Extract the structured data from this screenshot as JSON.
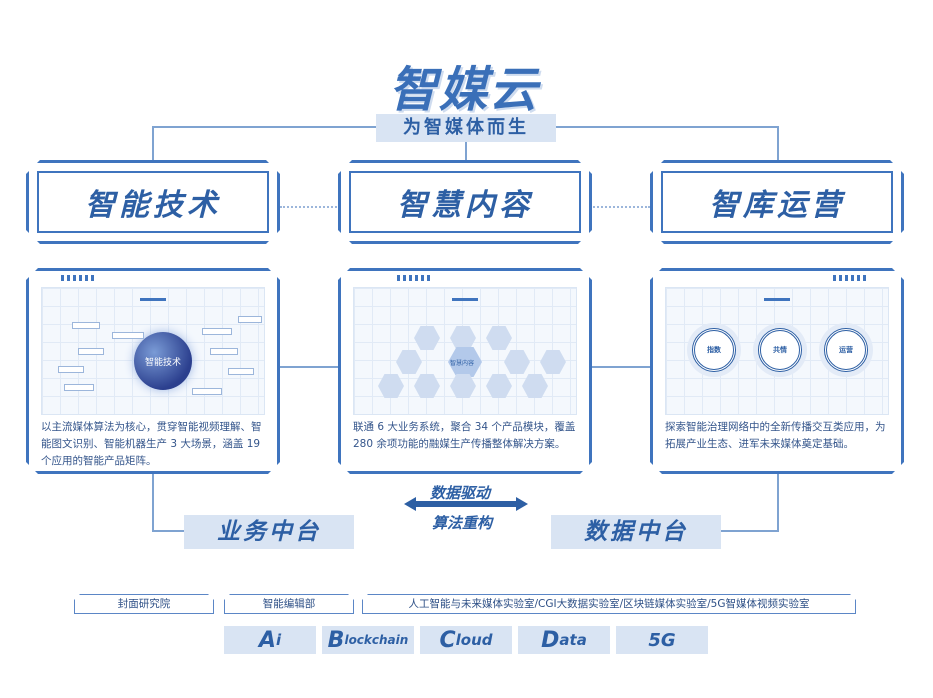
{
  "title": "智媒云",
  "subtitle": "为智媒体而生",
  "pillars": [
    {
      "label": "智能技术",
      "description": "以主流媒体算法为核心，贯穿智能视频理解、智能图文识别、智能机器生产 3 大场景，涵盖 19 个应用的智能产品矩阵。",
      "hub_label": "智能技术"
    },
    {
      "label": "智慧内容",
      "description": "联通 6 大业务系统，聚合 34 个产品模块，覆盖 280 余项功能的融媒生产传播整体解决方案。",
      "hub_label": "智慧内容"
    },
    {
      "label": "智库运营",
      "description": "探索智能治理网络中的全新传播交互类应用，为拓展产业生态、进军未来媒体奠定基础。",
      "rings": [
        "指数",
        "共情",
        "运营"
      ]
    }
  ],
  "middle": {
    "left_block": "业务中台",
    "right_block": "数据中台",
    "arrow_top": "数据驱动",
    "arrow_bottom": "算法重构"
  },
  "labs": [
    "封面研究院",
    "智能编辑部",
    "人工智能与未来媒体实验室/CGI大数据实验室/区块链媒体实验室/5G智媒体视频实验室"
  ],
  "tech": [
    {
      "cap": "A",
      "rest": "i"
    },
    {
      "cap": "B",
      "rest": "lockchain"
    },
    {
      "cap": "C",
      "rest": "loud"
    },
    {
      "cap": "D",
      "rest": "ata"
    },
    {
      "cap": "5G",
      "rest": ""
    }
  ],
  "colors": {
    "primary": "#3f74be",
    "light_fill": "#d9e4f3",
    "text": "#2d5fa4"
  }
}
